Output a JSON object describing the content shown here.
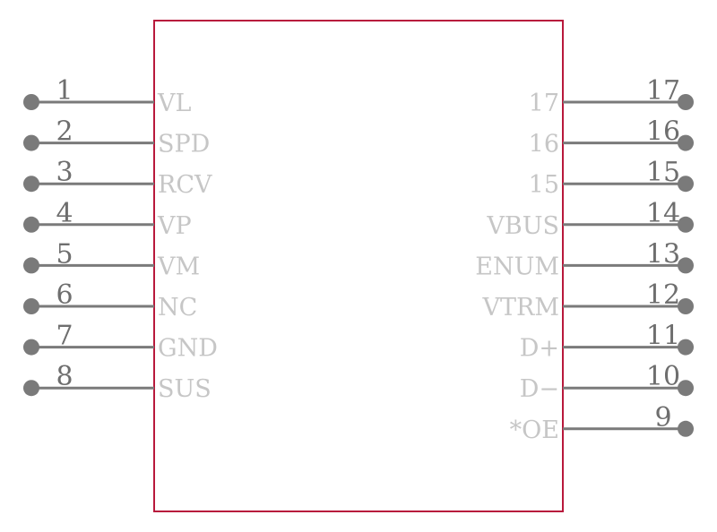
{
  "colors": {
    "body_outline": "#b8193c",
    "pin": "#7a7a7a",
    "pin_number": "#6e6e6e",
    "pin_label": "#c6c6c6",
    "background": "#ffffff"
  },
  "left_pins": [
    {
      "number": "1",
      "label": "VL"
    },
    {
      "number": "2",
      "label": "SPD"
    },
    {
      "number": "3",
      "label": "RCV"
    },
    {
      "number": "4",
      "label": "VP"
    },
    {
      "number": "5",
      "label": "VM"
    },
    {
      "number": "6",
      "label": "NC"
    },
    {
      "number": "7",
      "label": "GND"
    },
    {
      "number": "8",
      "label": "SUS"
    }
  ],
  "right_pins": [
    {
      "number": "17",
      "label": "17"
    },
    {
      "number": "16",
      "label": "16"
    },
    {
      "number": "15",
      "label": "15"
    },
    {
      "number": "14",
      "label": "VBUS"
    },
    {
      "number": "13",
      "label": "ENUM"
    },
    {
      "number": "12",
      "label": "VTRM"
    },
    {
      "number": "11",
      "label": "D+"
    },
    {
      "number": "10",
      "label": "D−"
    },
    {
      "number": "9",
      "label": "*OE"
    }
  ]
}
